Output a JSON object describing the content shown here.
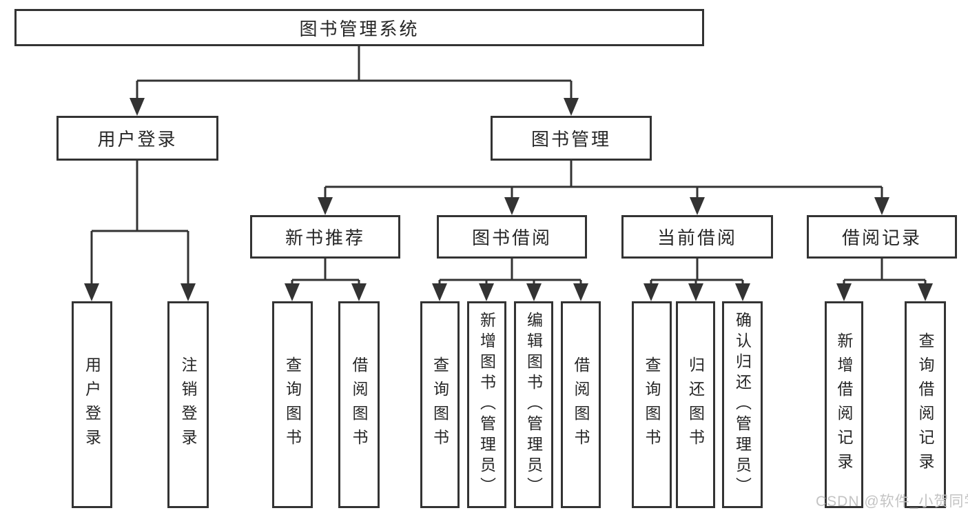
{
  "diagram": {
    "root": {
      "label": "图书管理系统"
    },
    "branches": [
      {
        "label": "用户登录",
        "children": [
          {
            "label": "用户登录"
          },
          {
            "label": "注销登录"
          }
        ]
      },
      {
        "label": "图书管理",
        "children": [
          {
            "label": "新书推荐",
            "children": [
              {
                "label": "查询图书"
              },
              {
                "label": "借阅图书"
              }
            ]
          },
          {
            "label": "图书借阅",
            "children": [
              {
                "label": "查询图书"
              },
              {
                "label": "新增图书（管理员）"
              },
              {
                "label": "编辑图书（管理员）"
              },
              {
                "label": "借阅图书"
              }
            ]
          },
          {
            "label": "当前借阅",
            "children": [
              {
                "label": "查询图书"
              },
              {
                "label": "归还图书"
              },
              {
                "label": "确认归还（管理员）"
              }
            ]
          },
          {
            "label": "借阅记录",
            "children": [
              {
                "label": "新增借阅记录"
              },
              {
                "label": "查询借阅记录"
              }
            ]
          }
        ]
      }
    ]
  },
  "watermark": {
    "text": "CSDN @软件_小贺同学"
  },
  "colors": {
    "line": "#333333",
    "box_border": "#333333",
    "text": "#262626",
    "background": "#ffffff",
    "watermark": "#c3c3c3"
  }
}
